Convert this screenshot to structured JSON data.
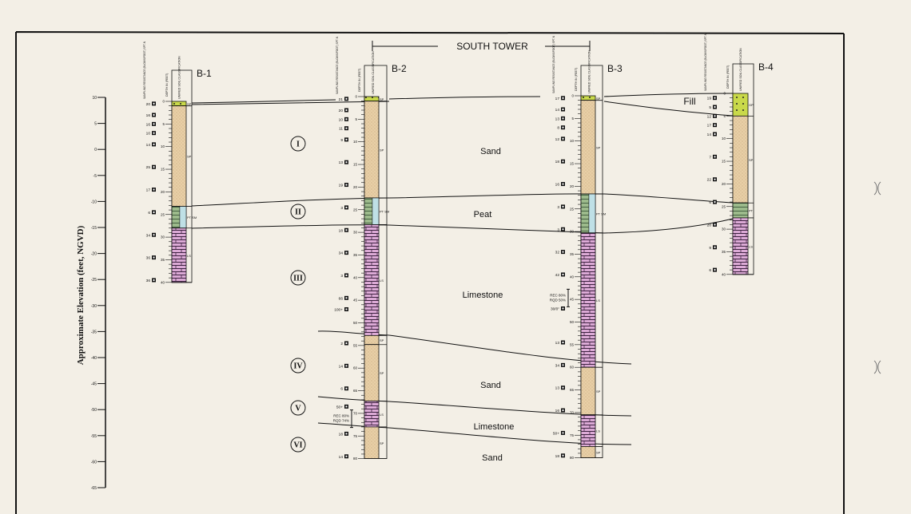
{
  "elevation_axis": {
    "label": "Approximate Elevation  (feet, NGVD)",
    "ticks": [
      "10",
      "5",
      "0",
      "-5",
      "-10",
      "-15",
      "-20",
      "-25",
      "-30",
      "-35",
      "-40",
      "-45",
      "-50",
      "-55",
      "-60",
      "-65"
    ],
    "range": [
      10,
      -65
    ]
  },
  "section_title": "SOUTH TOWER",
  "column_headers": {
    "blows": "SAMPLING RESISTANCE (BLOWS/FOOT) SPT-N",
    "depth": "DEPTH IN (FEET)",
    "uscs": "UNIFIED SOIL CLASSIFICATION"
  },
  "zones": [
    {
      "numeral": "I",
      "label": "Sand"
    },
    {
      "numeral": "II",
      "label": "Peat"
    },
    {
      "numeral": "III",
      "label": "Limestone"
    },
    {
      "numeral": "IV",
      "label": "Sand"
    },
    {
      "numeral": "V",
      "label": "Limestone"
    },
    {
      "numeral": "VI",
      "label": "Sand"
    }
  ],
  "fill_label": "Fill",
  "colors": {
    "background": "#f3efe6",
    "fill": "#c9d94a",
    "sand": "#e8cfa6",
    "peat": "#9dbb8c",
    "peat_strip": "#bfe0e6",
    "limestone": "#dcaad6"
  },
  "borings": [
    {
      "name": "B-1",
      "total_depth": 40,
      "depth_labels": [
        "0",
        "5",
        "10",
        "15",
        "20",
        "25",
        "30",
        "35",
        "40"
      ],
      "layers": [
        {
          "from": 0,
          "to": 1,
          "soil": "fill",
          "code": "SP"
        },
        {
          "from": 1,
          "to": 23.2,
          "soil": "sand",
          "code": "SP"
        },
        {
          "from": 23.2,
          "to": 28,
          "soil": "peat",
          "code": "PT SM"
        },
        {
          "from": 28,
          "to": 40,
          "soil": "limestone",
          "code": "LS"
        }
      ],
      "blows": [
        {
          "depth": 0.5,
          "n": "20"
        },
        {
          "depth": 3,
          "n": "16"
        },
        {
          "depth": 5,
          "n": "16"
        },
        {
          "depth": 7,
          "n": "10"
        },
        {
          "depth": 9.5,
          "n": "14"
        },
        {
          "depth": 14.5,
          "n": "25"
        },
        {
          "depth": 19.5,
          "n": "17"
        },
        {
          "depth": 24.5,
          "n": "6"
        },
        {
          "depth": 29.5,
          "n": "34"
        },
        {
          "depth": 34.5,
          "n": "36"
        },
        {
          "depth": 39.5,
          "n": "36"
        }
      ],
      "notes": []
    },
    {
      "name": "B-2",
      "total_depth": 80,
      "depth_labels": [
        "0",
        "5",
        "10",
        "15",
        "20",
        "25",
        "30",
        "35",
        "40",
        "45",
        "50",
        "55",
        "60",
        "65",
        "70",
        "75",
        "80"
      ],
      "layers": [
        {
          "from": 0,
          "to": 1,
          "soil": "fill",
          "code": "SP"
        },
        {
          "from": 1,
          "to": 22.4,
          "soil": "sand",
          "code": "SP"
        },
        {
          "from": 22.4,
          "to": 28.3,
          "soil": "peat",
          "code": "PT SM"
        },
        {
          "from": 28.3,
          "to": 52.8,
          "soil": "limestone",
          "code": "LS"
        },
        {
          "from": 52.8,
          "to": 54.8,
          "soil": "sand",
          "code": "SP"
        },
        {
          "from": 54.8,
          "to": 67.3,
          "soil": "sand",
          "code": "SP"
        },
        {
          "from": 67.3,
          "to": 73,
          "soil": "limestone",
          "code": "LS"
        },
        {
          "from": 73,
          "to": 80,
          "soil": "sand",
          "code": "SP"
        }
      ],
      "blows": [
        {
          "depth": 0.5,
          "n": "21"
        },
        {
          "depth": 3,
          "n": "20"
        },
        {
          "depth": 5,
          "n": "10"
        },
        {
          "depth": 7,
          "n": "11"
        },
        {
          "depth": 9.5,
          "n": "9"
        },
        {
          "depth": 14.5,
          "n": "13"
        },
        {
          "depth": 19.5,
          "n": "19"
        },
        {
          "depth": 24.5,
          "n": "3"
        },
        {
          "depth": 29.5,
          "n": "18"
        },
        {
          "depth": 34.5,
          "n": "34"
        },
        {
          "depth": 39.5,
          "n": "3"
        },
        {
          "depth": 44.5,
          "n": "66"
        },
        {
          "depth": 47,
          "n": "100+"
        },
        {
          "depth": 54.5,
          "n": "2"
        },
        {
          "depth": 59.5,
          "n": "14"
        },
        {
          "depth": 64.5,
          "n": "6"
        },
        {
          "depth": 68.5,
          "n": "50+"
        },
        {
          "depth": 74.5,
          "n": "18"
        },
        {
          "depth": 79.5,
          "n": "14"
        }
      ],
      "notes": [
        {
          "depth": 71,
          "lines": [
            "REC  80%",
            "RQD  74%"
          ]
        }
      ]
    },
    {
      "name": "B-3",
      "total_depth": 80,
      "depth_labels": [
        "0",
        "5",
        "10",
        "15",
        "20",
        "25",
        "30",
        "35",
        "40",
        "45",
        "50",
        "55",
        "60",
        "65",
        "70",
        "75",
        "80"
      ],
      "layers": [
        {
          "from": 0,
          "to": 1,
          "soil": "fill",
          "code": "SP"
        },
        {
          "from": 1,
          "to": 21.7,
          "soil": "sand",
          "code": "SP"
        },
        {
          "from": 21.7,
          "to": 30.3,
          "soil": "peat",
          "code": "PT SM"
        },
        {
          "from": 30.3,
          "to": 60,
          "soil": "limestone",
          "code": "LS"
        },
        {
          "from": 60,
          "to": 70.5,
          "soil": "sand",
          "code": "SP"
        },
        {
          "from": 70.5,
          "to": 77.5,
          "soil": "limestone",
          "code": "LS"
        },
        {
          "from": 77.5,
          "to": 80,
          "soil": "sand",
          "code": "SP"
        }
      ],
      "blows": [
        {
          "depth": 0.5,
          "n": "17"
        },
        {
          "depth": 3,
          "n": "14"
        },
        {
          "depth": 5,
          "n": "13"
        },
        {
          "depth": 7,
          "n": "8"
        },
        {
          "depth": 9.5,
          "n": "12"
        },
        {
          "depth": 14.5,
          "n": "18"
        },
        {
          "depth": 19.5,
          "n": "16"
        },
        {
          "depth": 24.5,
          "n": "3"
        },
        {
          "depth": 29.5,
          "n": "3"
        },
        {
          "depth": 34.5,
          "n": "32"
        },
        {
          "depth": 39.5,
          "n": "42"
        },
        {
          "depth": 47,
          "n": "30/0\""
        },
        {
          "depth": 54.5,
          "n": "13"
        },
        {
          "depth": 59.5,
          "n": "34"
        },
        {
          "depth": 64.5,
          "n": "13"
        },
        {
          "depth": 69.5,
          "n": "16"
        },
        {
          "depth": 74.5,
          "n": "50+"
        },
        {
          "depth": 79.5,
          "n": "18"
        }
      ],
      "notes": [
        {
          "depth": 44.5,
          "lines": [
            "REC  80%",
            "RQD  50%"
          ]
        }
      ]
    },
    {
      "name": "B-4",
      "total_depth": 40,
      "depth_labels": [
        "0",
        "5",
        "10",
        "15",
        "20",
        "25",
        "30",
        "35",
        "40"
      ],
      "layers": [
        {
          "from": 0,
          "to": 5,
          "soil": "fill",
          "code": "GP"
        },
        {
          "from": 5,
          "to": 24.2,
          "soil": "sand",
          "code": "SP"
        },
        {
          "from": 24.2,
          "to": 27.5,
          "soil": "peat",
          "code": "PT"
        },
        {
          "from": 27.5,
          "to": 40,
          "soil": "limestone",
          "code": "LS"
        }
      ],
      "blows": [
        {
          "depth": 1,
          "n": "19"
        },
        {
          "depth": 3,
          "n": "5"
        },
        {
          "depth": 5,
          "n": "12"
        },
        {
          "depth": 7,
          "n": "17"
        },
        {
          "depth": 9,
          "n": "14"
        },
        {
          "depth": 14,
          "n": "7"
        },
        {
          "depth": 19,
          "n": "22"
        },
        {
          "depth": 24,
          "n": "6"
        },
        {
          "depth": 29,
          "n": "20"
        },
        {
          "depth": 34,
          "n": "9"
        },
        {
          "depth": 39,
          "n": "6"
        }
      ],
      "notes": []
    }
  ]
}
